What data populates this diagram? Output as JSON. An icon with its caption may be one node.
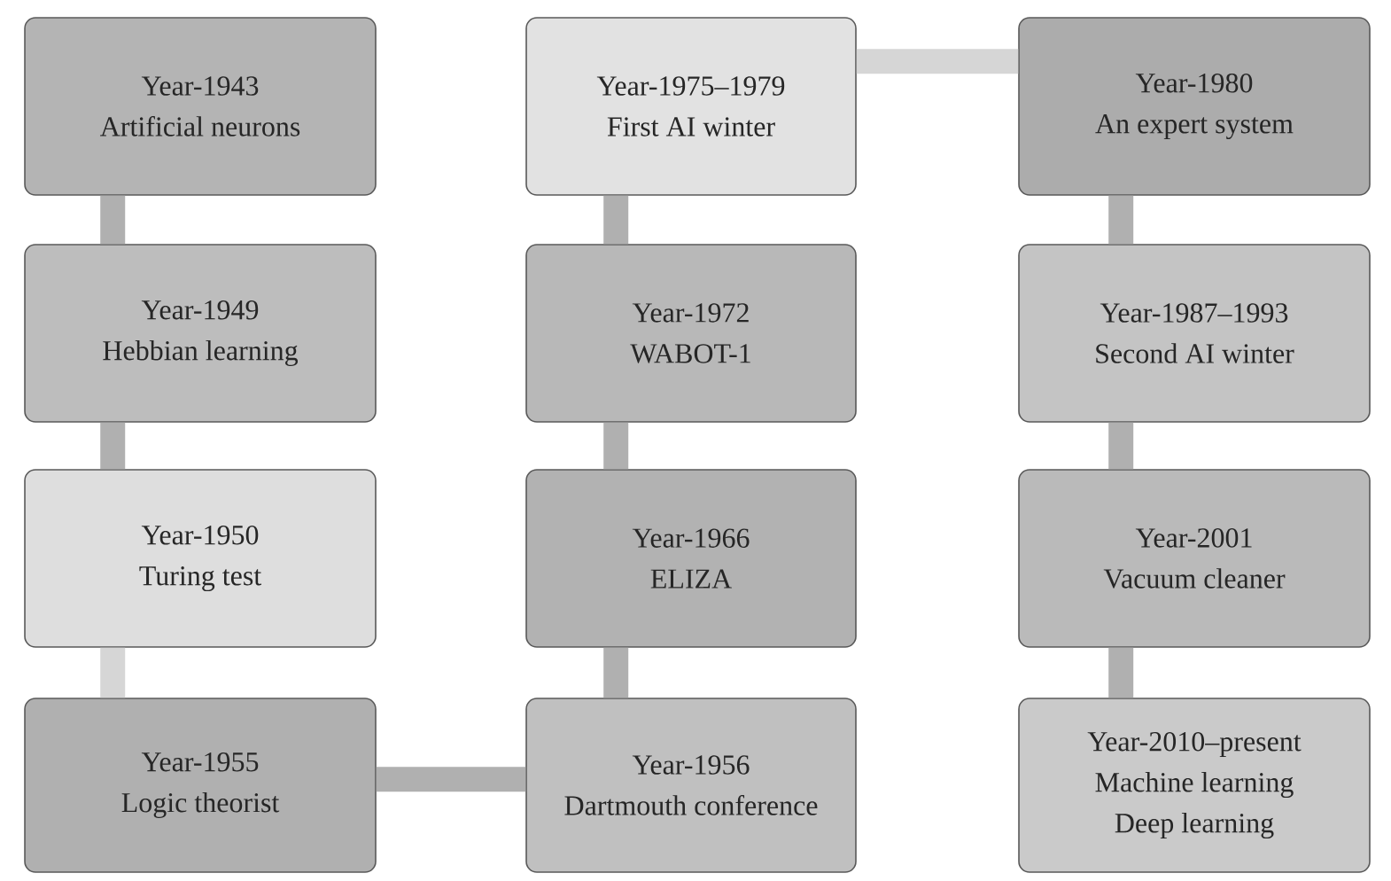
{
  "diagram": {
    "nodes": [
      {
        "text": [
          "Year-1943",
          "Artificial neurons"
        ]
      },
      {
        "text": [
          "Year-1975–1979",
          "First AI winter"
        ]
      },
      {
        "text": [
          "Year-1980",
          "An expert system"
        ]
      },
      {
        "text": [
          "Year-1949",
          "Hebbian learning"
        ]
      },
      {
        "text": [
          "Year-1972",
          "WABOT-1"
        ]
      },
      {
        "text": [
          "Year-1987–1993",
          "Second AI winter"
        ]
      },
      {
        "text": [
          "Year-1950",
          "Turing test"
        ]
      },
      {
        "text": [
          "Year-1966",
          "ELIZA"
        ]
      },
      {
        "text": [
          "Year-2001",
          "Vacuum cleaner"
        ]
      },
      {
        "text": [
          "Year-1955",
          "Logic theorist"
        ]
      },
      {
        "text": [
          "Year-1956",
          "Dartmouth conference"
        ]
      },
      {
        "text": [
          "Year-2010–present",
          "Machine learning",
          "Deep learning"
        ]
      }
    ],
    "edges": [
      {
        "from": 0,
        "to": 3,
        "arrow": "none"
      },
      {
        "from": 3,
        "to": 6,
        "arrow": "none"
      },
      {
        "from": 6,
        "to": 9,
        "arrow": "none",
        "color": "#d6d6d6"
      },
      {
        "from": 9,
        "to": 10,
        "arrow": "none"
      },
      {
        "from": 10,
        "to": 7,
        "arrow": "none"
      },
      {
        "from": 7,
        "to": 4,
        "arrow": "none"
      },
      {
        "from": 4,
        "to": 1,
        "arrow": "none"
      },
      {
        "from": 1,
        "to": 2,
        "arrow": "none",
        "color": "#d6d6d6"
      },
      {
        "from": 2,
        "to": 5,
        "arrow": "none"
      },
      {
        "from": 5,
        "to": 8,
        "arrow": "none"
      },
      {
        "from": 8,
        "to": 11,
        "arrow": "none"
      }
    ]
  }
}
